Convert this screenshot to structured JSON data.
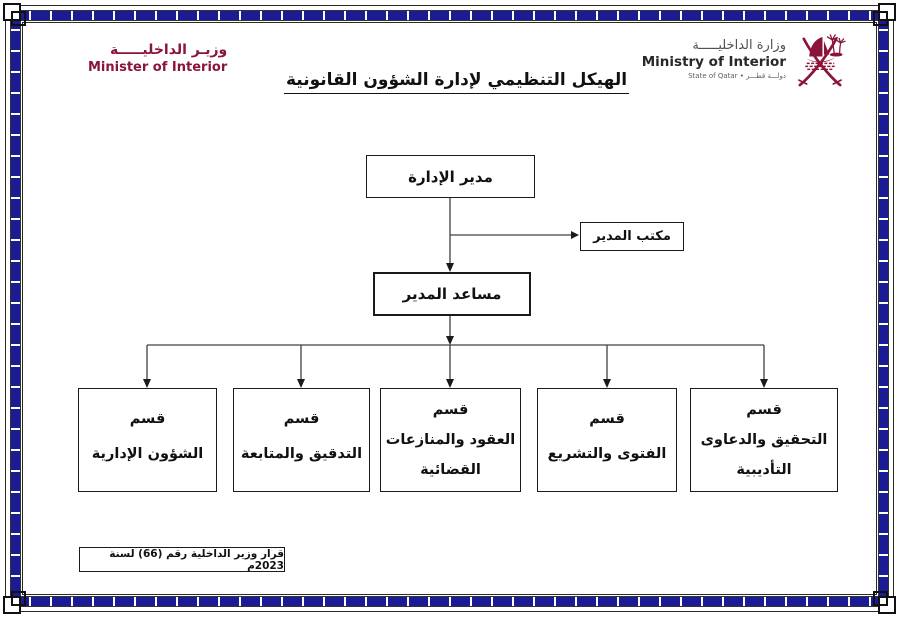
{
  "page": {
    "title": "الهيكل التنظيمي لإدارة الشؤون القانونية"
  },
  "header": {
    "minister": {
      "arabic": "وزيـر الداخليـــــة",
      "english": "Minister of Interior"
    },
    "ministry": {
      "arabic": "وزارة الداخليـــــة",
      "english": "Ministry of Interior",
      "state_line": "State of Qatar • دولـــة قطـــر"
    }
  },
  "org": {
    "director": "مدير الإدارة",
    "director_office": "مكتب المدير",
    "assistant": "مساعد المدير",
    "sections": [
      {
        "lines": [
          "قسم",
          "التحقيق والدعاوى",
          "التأديبية"
        ]
      },
      {
        "lines": [
          "قسم",
          "الفتوى والتشريع"
        ]
      },
      {
        "lines": [
          "قسم",
          "العقود والمنازعات",
          "القضائية"
        ]
      },
      {
        "lines": [
          "قسم",
          "التدقيق والمتابعة"
        ]
      },
      {
        "lines": [
          "قسم",
          "الشؤون الإدارية"
        ]
      }
    ],
    "decree": "قرار وزير الداخلية رقم (66) لسنة 2023م"
  },
  "colors": {
    "maroon": "#8A1538",
    "navy": "#1B1B96",
    "ink": "#1A1A1A"
  }
}
